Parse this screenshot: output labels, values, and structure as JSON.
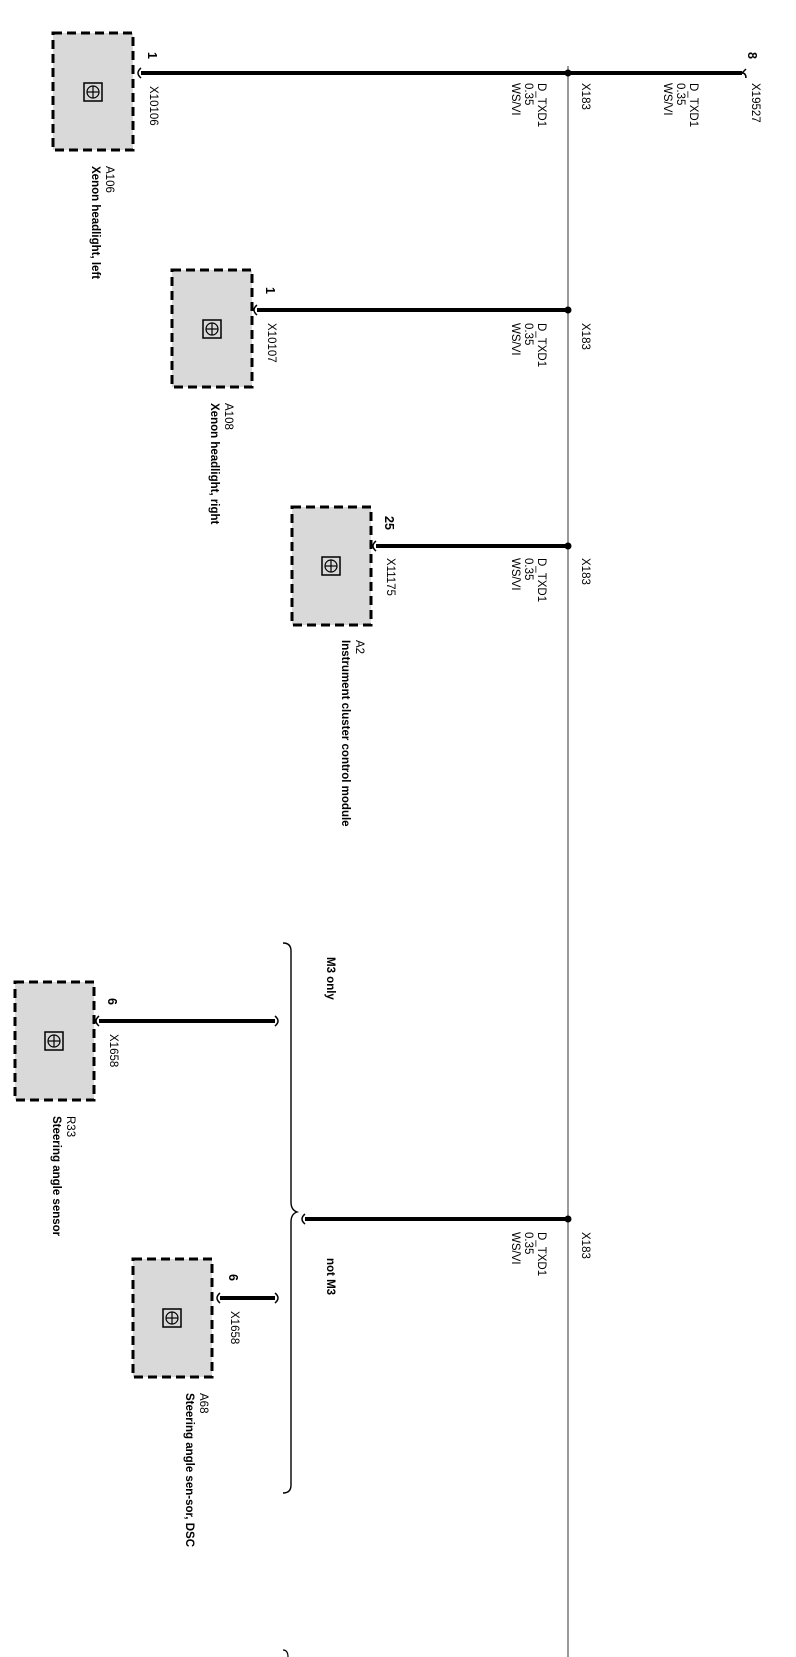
{
  "wire": {
    "signal": "D_TXD1",
    "size": "0.35",
    "color": "WS/VI"
  },
  "bus_connector": "X183",
  "top_connector": {
    "pin": "8",
    "id": "X19527"
  },
  "components": [
    {
      "ref": "A106",
      "name": "Xenon headlight, left",
      "connector": "X10106",
      "pin": "1"
    },
    {
      "ref": "A108",
      "name": "Xenon headlight, right",
      "connector": "X10107",
      "pin": "1"
    },
    {
      "ref": "A2",
      "name": "Instrument cluster control module",
      "connector": "X11175",
      "pin": "25"
    },
    {
      "ref": "R33",
      "name": "Steering angle sensor",
      "connector": "X1658",
      "pin": "6"
    },
    {
      "ref": "A68",
      "name": "Steering angle sen-sor, DSC",
      "connector": "X1658",
      "pin": "6"
    }
  ],
  "variants": {
    "m3": "M3 only",
    "not_m3": "not M3"
  }
}
